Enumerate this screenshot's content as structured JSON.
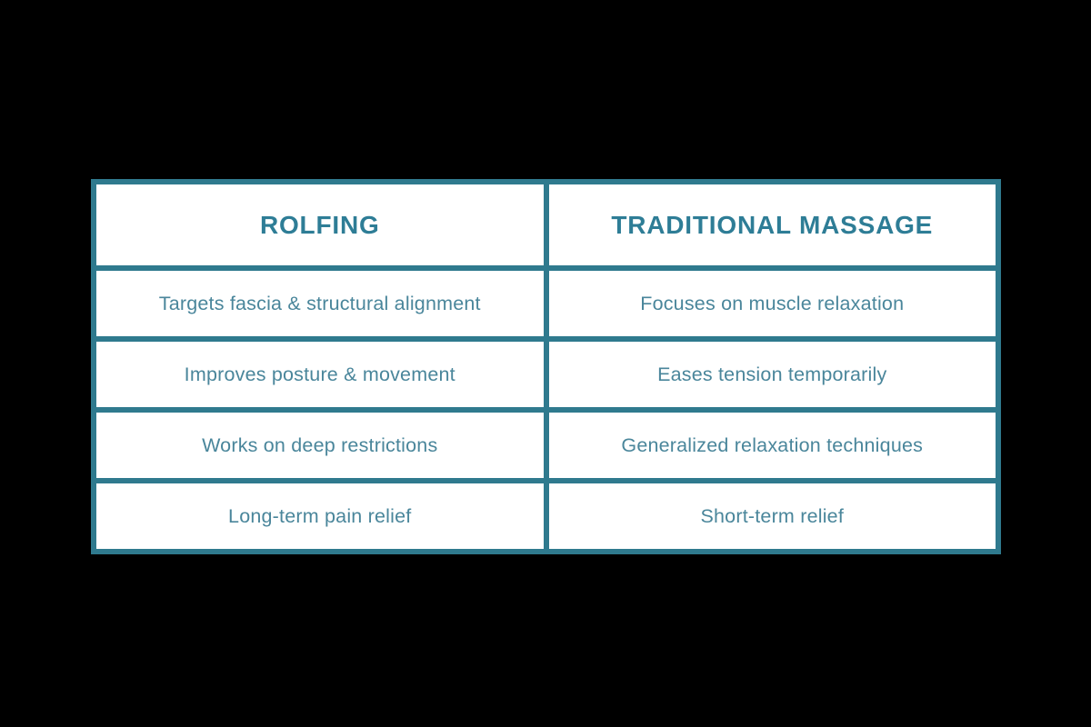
{
  "table": {
    "columns": [
      {
        "header": "ROLFING",
        "rows": [
          "Targets fascia & structural alignment",
          "Improves posture & movement",
          "Works on deep restrictions",
          "Long-term pain relief"
        ]
      },
      {
        "header": "TRADITIONAL MASSAGE",
        "rows": [
          "Focuses on muscle relaxation",
          "Eases tension temporarily",
          "Generalized relaxation techniques",
          "Short-term relief"
        ]
      }
    ],
    "colors": {
      "page_bg": "#000000",
      "grid_border": "#2f7a8e",
      "cell_bg": "#ffffff",
      "header_text": "#2e7d96",
      "body_text": "#4a869b"
    }
  }
}
